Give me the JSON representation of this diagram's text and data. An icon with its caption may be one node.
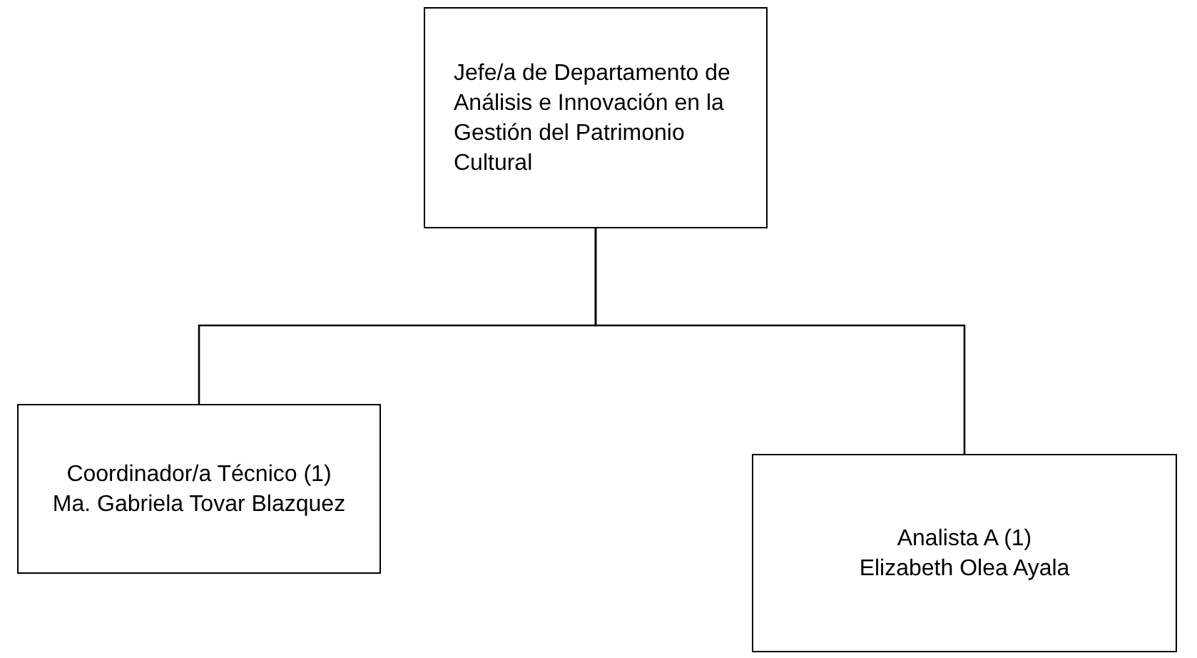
{
  "diagram": {
    "nodes": [
      {
        "text": [
          "Jefe/a de Departamento de Análisis e Innovación en la Gestión del Patrimonio Cultural"
        ]
      },
      {
        "text": [
          "Coordinador/a Técnico (1)",
          "Ma. Gabriela Tovar Blazquez"
        ]
      },
      {
        "text": [
          "Analista A (1)",
          "Elizabeth Olea Ayala"
        ]
      }
    ],
    "edges": [
      {
        "from": 0,
        "to": 1,
        "arrow": "none"
      },
      {
        "from": 0,
        "to": 2,
        "arrow": "none"
      }
    ]
  }
}
